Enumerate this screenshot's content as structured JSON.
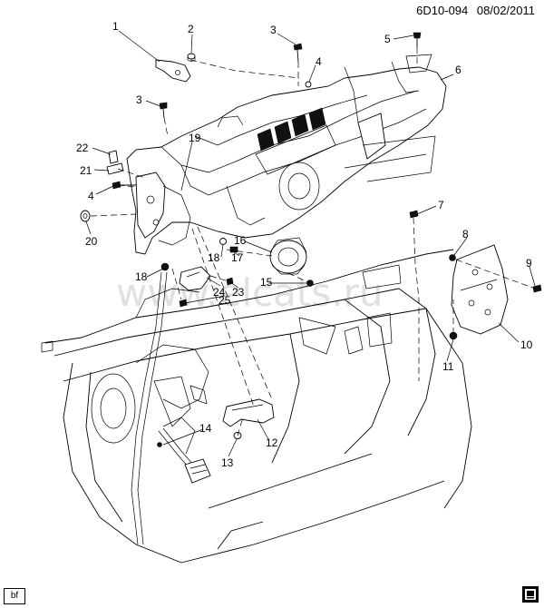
{
  "header": {
    "diagram_code": "6D10-094",
    "date": "08/02/2011"
  },
  "watermark": "www.elcats.ru",
  "footer": {
    "badge": "bf"
  },
  "callouts": [
    "1",
    "2",
    "3",
    "4",
    "5",
    "6",
    "3",
    "22",
    "19",
    "21",
    "4",
    "20",
    "16",
    "18",
    "17",
    "7",
    "8",
    "9",
    "18",
    "24",
    "23",
    "15",
    "25",
    "10",
    "11",
    "14",
    "12",
    "13"
  ],
  "icons": {
    "logo": "gm-logo-icon"
  }
}
